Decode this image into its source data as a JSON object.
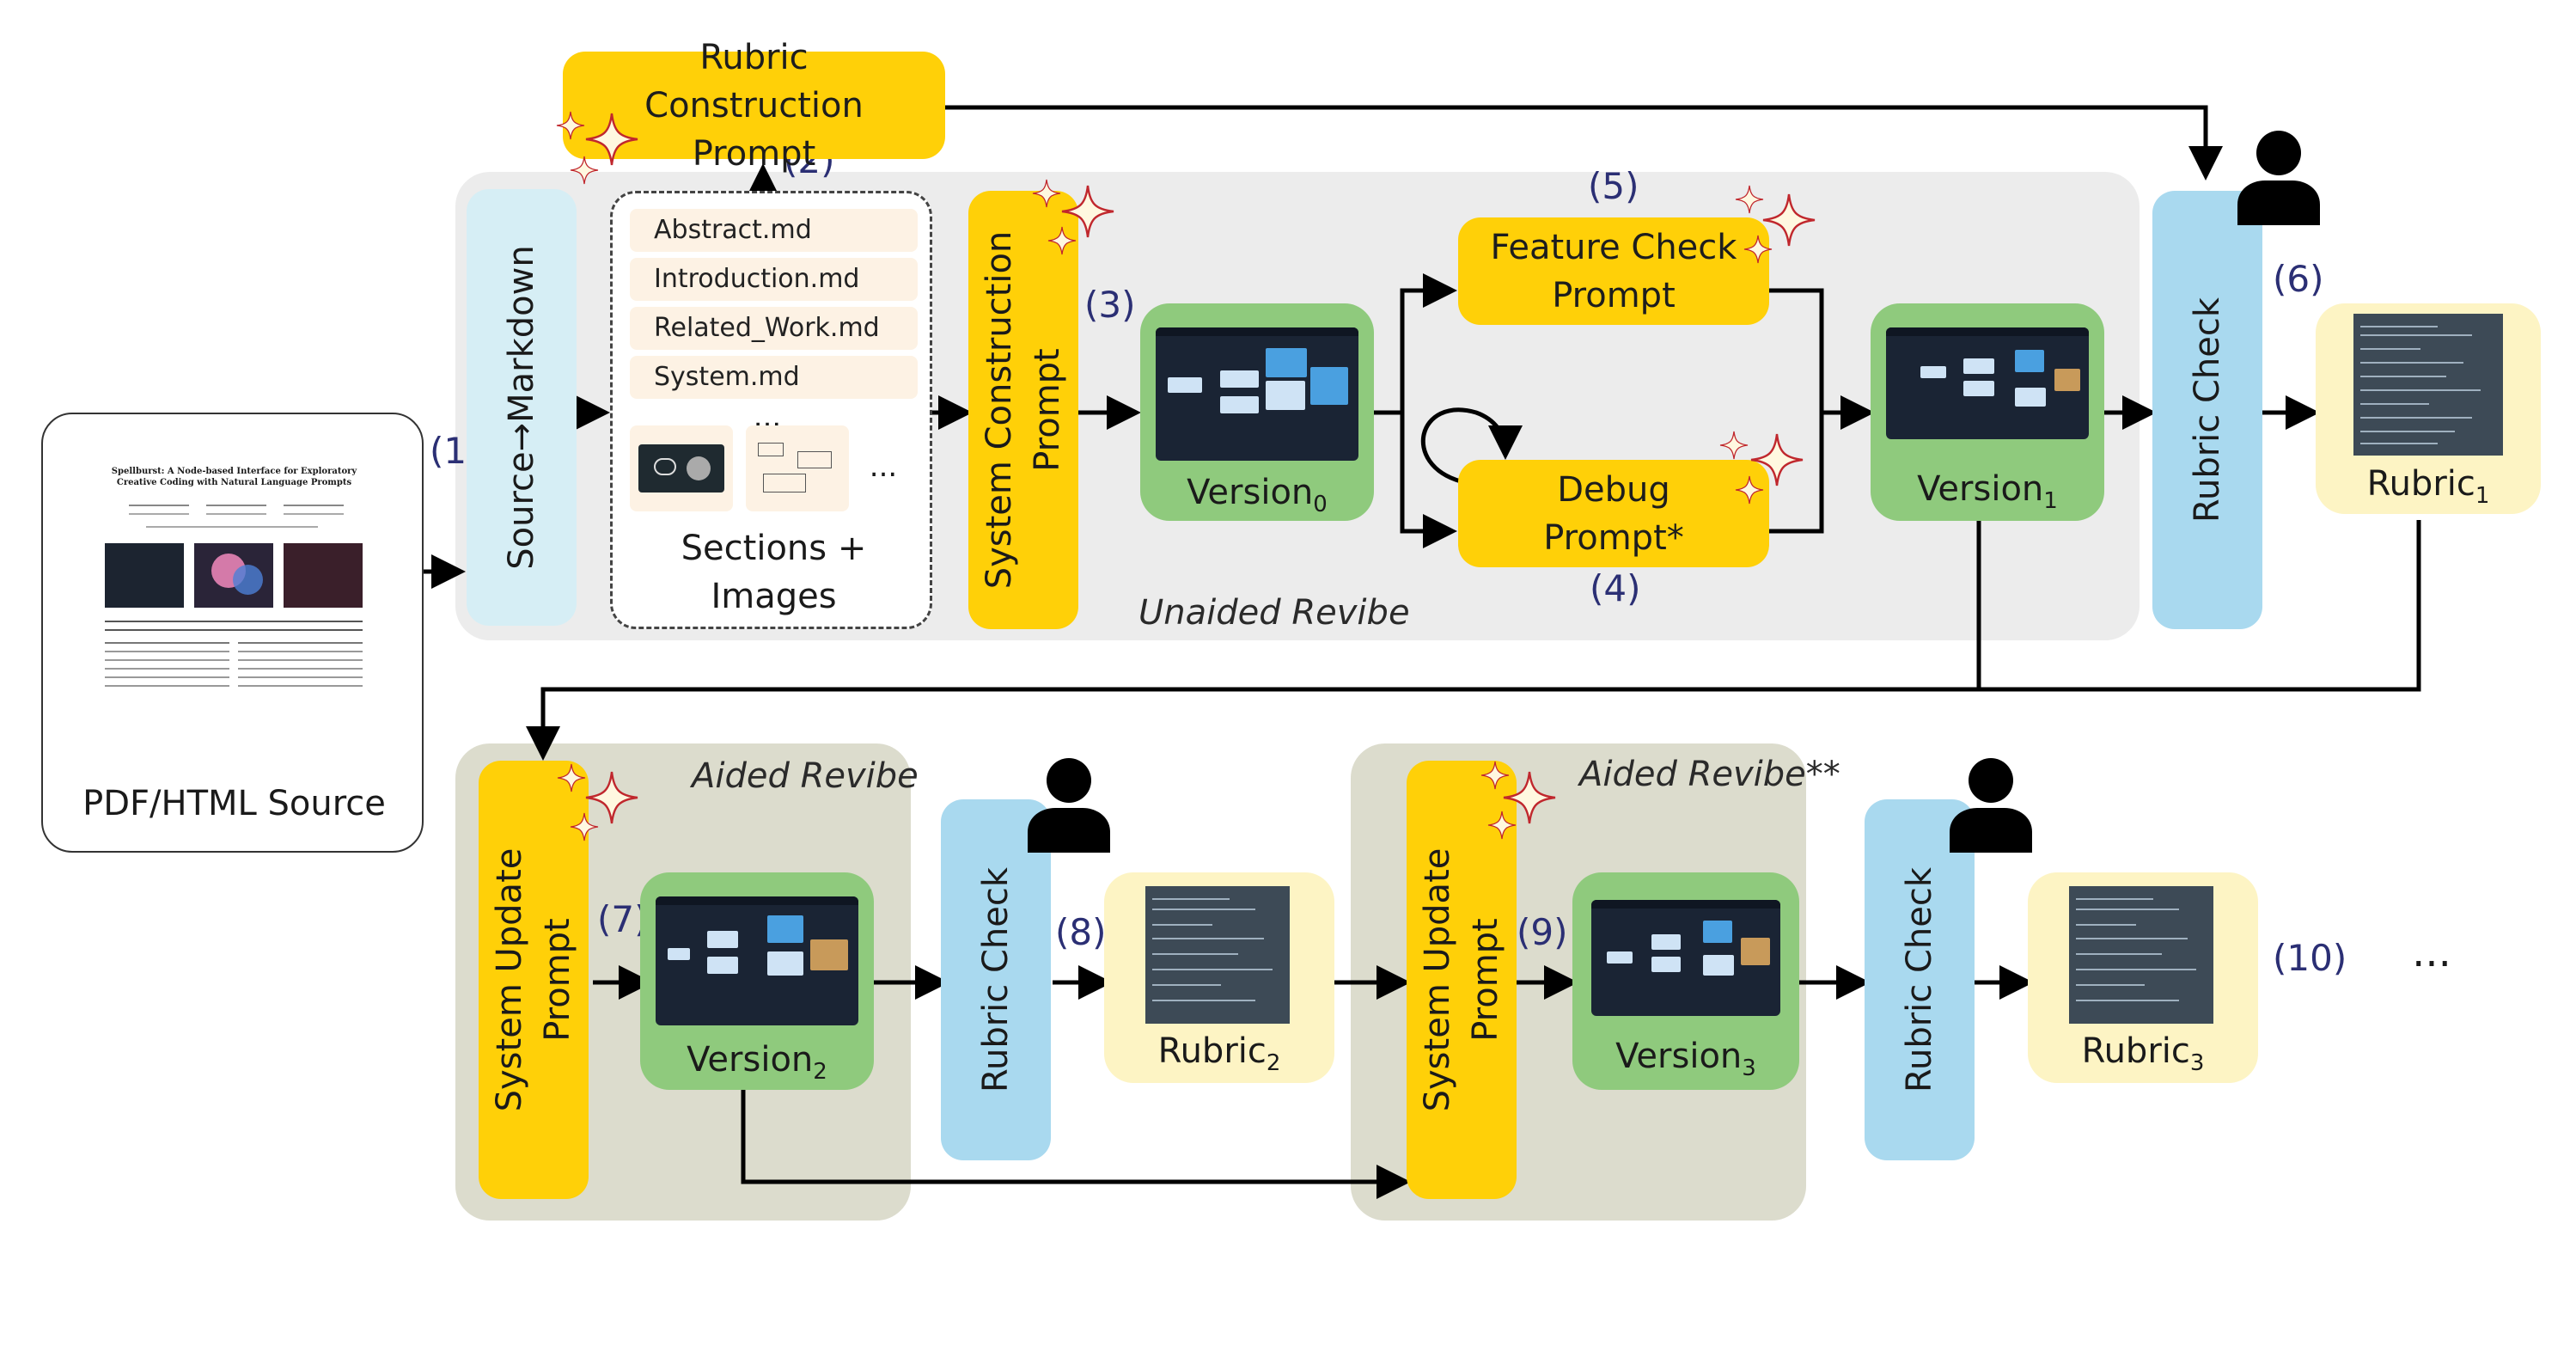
{
  "source": {
    "label": "PDF/HTML Source",
    "paper_title": "Spellburst: A Node-based Interface for Exploratory Creative Coding with Natural Language Prompts"
  },
  "steps": {
    "s1": "(1)",
    "s2": "(2)",
    "s3": "(3)",
    "s4": "(4)",
    "s5": "(5)",
    "s6": "(6)",
    "s7": "(7)",
    "s8": "(8)",
    "s9": "(9)",
    "s10": "(10)"
  },
  "boxes": {
    "source_to_markdown": "Source→Markdown",
    "rubric_construction": "Rubric Construction Prompt",
    "system_construction": "System Construction Prompt",
    "feature_check": "Feature Check Prompt",
    "debug": "Debug Prompt*",
    "rubric_check": "Rubric Check",
    "system_update": "System Update Prompt"
  },
  "files": [
    "Abstract.md",
    "Introduction.md",
    "Related_Work.md",
    "System.md"
  ],
  "ellipsis": "...",
  "thumb_ellipsis": "...",
  "sections_label": "Sections + Images",
  "versions": {
    "v0": {
      "base": "Version",
      "sub": "0"
    },
    "v1": {
      "base": "Version",
      "sub": "1"
    },
    "v2": {
      "base": "Version",
      "sub": "2"
    },
    "v3": {
      "base": "Version",
      "sub": "3"
    }
  },
  "rubrics": {
    "r1": {
      "base": "Rubric",
      "sub": "1"
    },
    "r2": {
      "base": "Rubric",
      "sub": "2"
    },
    "r3": {
      "base": "Rubric",
      "sub": "3"
    }
  },
  "regions": {
    "unaided": "Unaided Revibe",
    "aided": "Aided Revibe",
    "aided2": "Aided Revibe**"
  },
  "trailing": "...",
  "colors": {
    "prompt_box": "#ffd008",
    "rubric_check": "#a9d9ef",
    "version": "#8fca7d",
    "rubric": "#fdf4c4",
    "step_number": "#2b2f74",
    "sparkle": "#c0272d"
  },
  "icons": {
    "sparkle": "sparkle-icon",
    "person": "person-icon"
  }
}
